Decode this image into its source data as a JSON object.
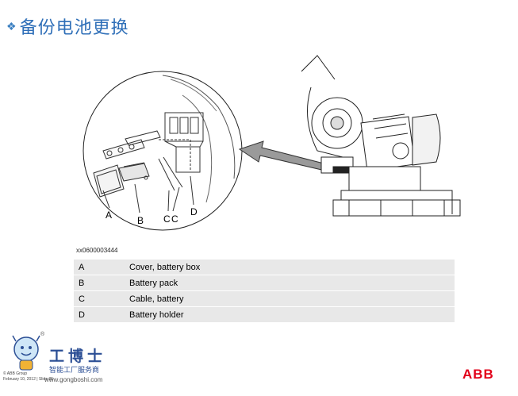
{
  "slide": {
    "bullet": "❖",
    "title": "备份电池更换"
  },
  "figure": {
    "id_label": "xx0600003444",
    "callouts": [
      "A",
      "B",
      "C",
      "C",
      "D"
    ]
  },
  "legend": [
    {
      "key": "A",
      "value": "Cover, battery box"
    },
    {
      "key": "B",
      "value": "Battery pack"
    },
    {
      "key": "C",
      "value": "Cable, battery"
    },
    {
      "key": "D",
      "value": "Battery holder"
    }
  ],
  "branding": {
    "registered": "®",
    "cn_name": "工博士",
    "cn_subtitle": "智能工厂服务商",
    "url": "www.gongboshi.com",
    "footer_line1": "© ABB Group",
    "footer_line2": "February 10, 2012 | Slide 35",
    "abb": "ABB"
  },
  "colors": {
    "title": "#2f6fb8",
    "legend_bg": "#e8e8e8",
    "abb_red": "#e2001a",
    "brand_blue": "#2c4f95"
  }
}
